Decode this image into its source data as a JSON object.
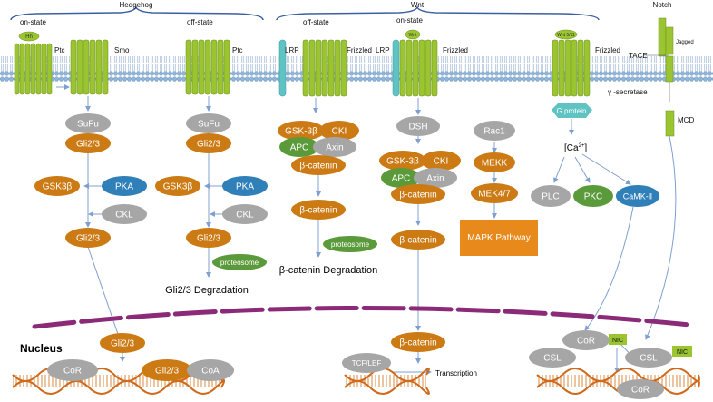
{
  "header": {
    "hedgehog": "Hedgehog",
    "wnt": "Wnt",
    "notch": "Notch"
  },
  "states": {
    "hh_on": "on-state",
    "hh_off": "off-state",
    "wnt_off": "off-state",
    "wnt_on": "on-state"
  },
  "membrane": {
    "hh": "Hh",
    "ptc1": "Ptc",
    "smo": "Smo",
    "ptc2": "Ptc",
    "lrp1": "LRP",
    "frizzled1": "Frizzled",
    "lrp2": "LRP",
    "wnt": "Wnt",
    "frizzled2": "Frizzled",
    "wnt511": "Wnt 5/11",
    "frizzled3": "Frizzled",
    "jagged": "Jagged",
    "tace": "TACE",
    "gamma_secretase": "γ -secretase",
    "mcd": "MCD"
  },
  "hh_on_column": {
    "sufu": "SuFu",
    "gli_top": "Gli2/3",
    "gsk3b": "GSK3β",
    "pka": "PKA",
    "ckl": "CKL",
    "gli_mid": "Gli2/3"
  },
  "hh_off_column": {
    "sufu": "SuFu",
    "gli_top": "Gli2/3",
    "gsk3b": "GSK3β",
    "pka": "PKA",
    "ckl": "CKL",
    "gli_mid": "Gli2/3",
    "proteosome": "proteosome",
    "degradation": "Gli2/3 Degradation"
  },
  "wnt_off_column": {
    "gsk3b": "GSK-3β",
    "cki": "CKI",
    "apc": "APC",
    "axin": "Axin",
    "bcat1": "β-catenin",
    "bcat2": "β-catenin",
    "proteosome": "proteosome",
    "degradation": "β-catenin Degradation"
  },
  "wnt_on_column": {
    "dsh": "DSH",
    "gsk3b": "GSK-3β",
    "cki": "CKI",
    "apc": "APC",
    "axin": "Axin",
    "bcat1": "β-catenin",
    "bcat2": "β-catenin",
    "bcat_nuc": "β-catenin",
    "tcf": "TCF/LEF",
    "transcription": "Transcription"
  },
  "mapk_column": {
    "rac1": "Rac1",
    "mekk": "MEKK",
    "mek47": "MEK4/7",
    "mapk": "MAPK Pathway"
  },
  "ca_column": {
    "gprotein": "G protein",
    "ca": "[Ca",
    "ca_sup": "2+",
    "ca_close": "]",
    "plc": "PLC",
    "pkc": "PKC",
    "camk": "CaMK-Ⅱ"
  },
  "nucleus": {
    "label": "Nucleus",
    "gli_enter": "Gli2/3",
    "cor_left": "CoR",
    "gli_dna": "Gli2/3",
    "coa": "CoA",
    "cor_right1": "CoR",
    "nic1": "NIC",
    "csl1": "CSL",
    "csl2": "CSL",
    "nic2": "NIC",
    "cor_right2": "CoR"
  },
  "colors": {
    "membrane_green": "#9ac430",
    "lrp_teal": "#5fc3c4",
    "orange": "#cc7a14",
    "gray": "#a6a6a6",
    "blue": "#2f7fb8",
    "green": "#5a9a3a",
    "mapk_orange": "#e8891c",
    "nucleus_purple": "#8b2a78",
    "dna_orange": "#cf6a1c",
    "arrow": "#7fa0cf"
  }
}
